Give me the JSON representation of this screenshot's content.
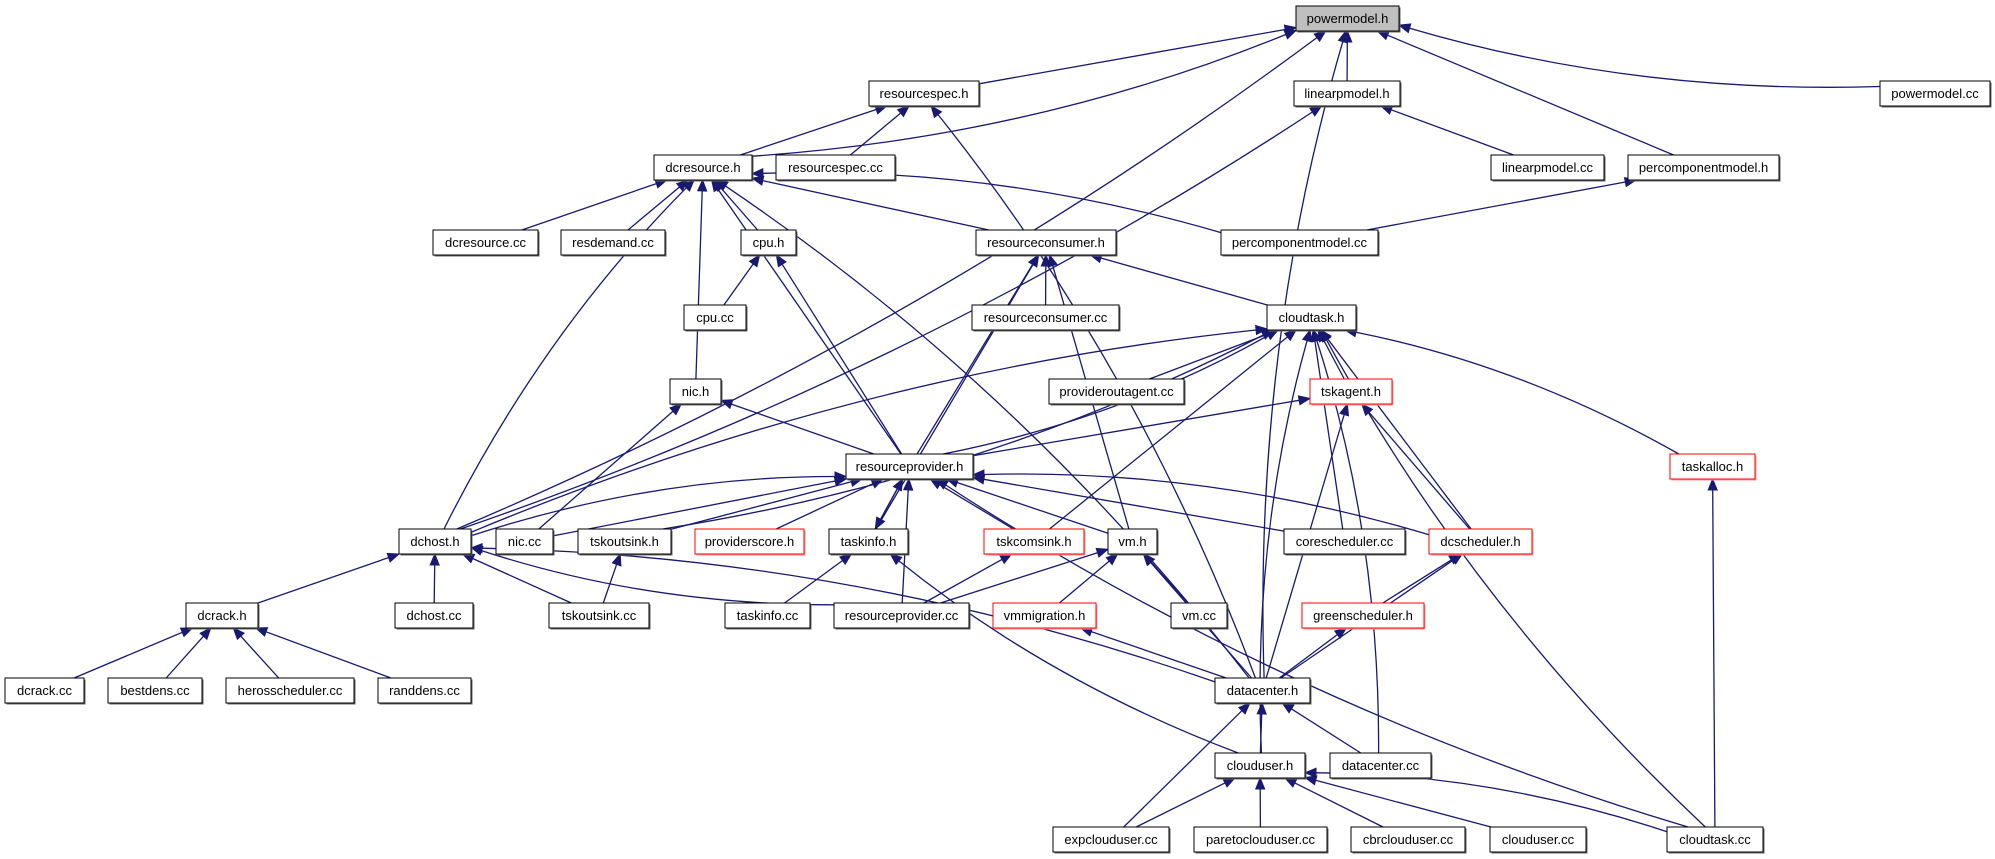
{
  "diagram": {
    "type": "include-dependency-graph",
    "root": "powermodel.h",
    "colors": {
      "edge": "#191970",
      "root_fill": "#bfbfbf",
      "node_border": "#000000",
      "incomplete_border": "#ff0000",
      "node_fill": "#ffffff"
    },
    "nodes": [
      {
        "id": "powermodel.h",
        "label": "powermodel.h",
        "style": "root"
      },
      {
        "id": "resourcespec.h",
        "label": "resourcespec.h",
        "style": "normal"
      },
      {
        "id": "linearpmodel.h",
        "label": "linearpmodel.h",
        "style": "normal"
      },
      {
        "id": "powermodel.cc",
        "label": "powermodel.cc",
        "style": "normal"
      },
      {
        "id": "dcresource.h",
        "label": "dcresource.h",
        "style": "normal"
      },
      {
        "id": "resourcespec.cc",
        "label": "resourcespec.cc",
        "style": "normal"
      },
      {
        "id": "linearpmodel.cc",
        "label": "linearpmodel.cc",
        "style": "normal"
      },
      {
        "id": "percomponentmodel.h",
        "label": "percomponentmodel.h",
        "style": "normal"
      },
      {
        "id": "dcresource.cc",
        "label": "dcresource.cc",
        "style": "normal"
      },
      {
        "id": "resdemand.cc",
        "label": "resdemand.cc",
        "style": "normal"
      },
      {
        "id": "cpu.h",
        "label": "cpu.h",
        "style": "normal"
      },
      {
        "id": "resourceconsumer.h",
        "label": "resourceconsumer.h",
        "style": "normal"
      },
      {
        "id": "percomponentmodel.cc",
        "label": "percomponentmodel.cc",
        "style": "normal"
      },
      {
        "id": "cpu.cc",
        "label": "cpu.cc",
        "style": "normal"
      },
      {
        "id": "resourceconsumer.cc",
        "label": "resourceconsumer.cc",
        "style": "normal"
      },
      {
        "id": "cloudtask.h",
        "label": "cloudtask.h",
        "style": "normal"
      },
      {
        "id": "nic.h",
        "label": "nic.h",
        "style": "normal"
      },
      {
        "id": "provideroutagent.cc",
        "label": "provideroutagent.cc",
        "style": "normal"
      },
      {
        "id": "tskagent.h",
        "label": "tskagent.h",
        "style": "incomplete"
      },
      {
        "id": "resourceprovider.h",
        "label": "resourceprovider.h",
        "style": "normal"
      },
      {
        "id": "taskalloc.h",
        "label": "taskalloc.h",
        "style": "incomplete"
      },
      {
        "id": "dchost.h",
        "label": "dchost.h",
        "style": "normal"
      },
      {
        "id": "nic.cc",
        "label": "nic.cc",
        "style": "normal"
      },
      {
        "id": "tskoutsink.h",
        "label": "tskoutsink.h",
        "style": "normal"
      },
      {
        "id": "providerscore.h",
        "label": "providerscore.h",
        "style": "incomplete"
      },
      {
        "id": "taskinfo.h",
        "label": "taskinfo.h",
        "style": "normal"
      },
      {
        "id": "tskcomsink.h",
        "label": "tskcomsink.h",
        "style": "incomplete"
      },
      {
        "id": "vm.h",
        "label": "vm.h",
        "style": "normal"
      },
      {
        "id": "corescheduler.cc",
        "label": "corescheduler.cc",
        "style": "normal"
      },
      {
        "id": "dcscheduler.h",
        "label": "dcscheduler.h",
        "style": "incomplete"
      },
      {
        "id": "dcrack.h",
        "label": "dcrack.h",
        "style": "normal"
      },
      {
        "id": "dchost.cc",
        "label": "dchost.cc",
        "style": "normal"
      },
      {
        "id": "tskoutsink.cc",
        "label": "tskoutsink.cc",
        "style": "normal"
      },
      {
        "id": "taskinfo.cc",
        "label": "taskinfo.cc",
        "style": "normal"
      },
      {
        "id": "resourceprovider.cc",
        "label": "resourceprovider.cc",
        "style": "normal"
      },
      {
        "id": "vmmigration.h",
        "label": "vmmigration.h",
        "style": "incomplete"
      },
      {
        "id": "vm.cc",
        "label": "vm.cc",
        "style": "normal"
      },
      {
        "id": "greenscheduler.h",
        "label": "greenscheduler.h",
        "style": "incomplete"
      },
      {
        "id": "dcrack.cc",
        "label": "dcrack.cc",
        "style": "normal"
      },
      {
        "id": "bestdens.cc",
        "label": "bestdens.cc",
        "style": "normal"
      },
      {
        "id": "herosscheduler.cc",
        "label": "herosscheduler.cc",
        "style": "normal"
      },
      {
        "id": "randdens.cc",
        "label": "randdens.cc",
        "style": "normal"
      },
      {
        "id": "datacenter.h",
        "label": "datacenter.h",
        "style": "normal"
      },
      {
        "id": "clouduser.h",
        "label": "clouduser.h",
        "style": "normal"
      },
      {
        "id": "datacenter.cc",
        "label": "datacenter.cc",
        "style": "normal"
      },
      {
        "id": "expclouduser.cc",
        "label": "expclouduser.cc",
        "style": "normal"
      },
      {
        "id": "paretoclouduser.cc",
        "label": "paretoclouduser.cc",
        "style": "normal"
      },
      {
        "id": "cbrclouduser.cc",
        "label": "cbrclouduser.cc",
        "style": "normal"
      },
      {
        "id": "clouduser.cc",
        "label": "clouduser.cc",
        "style": "normal"
      },
      {
        "id": "cloudtask.cc",
        "label": "cloudtask.cc",
        "style": "normal"
      }
    ],
    "edges": [
      [
        "resourcespec.h",
        "powermodel.h"
      ],
      [
        "linearpmodel.h",
        "powermodel.h"
      ],
      [
        "powermodel.cc",
        "powermodel.h"
      ],
      [
        "dcresource.h",
        "powermodel.h"
      ],
      [
        "percomponentmodel.h",
        "powermodel.h"
      ],
      [
        "dchost.h",
        "powermodel.h"
      ],
      [
        "datacenter.h",
        "powermodel.h"
      ],
      [
        "dcresource.h",
        "resourcespec.h"
      ],
      [
        "resourcespec.cc",
        "resourcespec.h"
      ],
      [
        "datacenter.h",
        "resourcespec.h"
      ],
      [
        "linearpmodel.cc",
        "linearpmodel.h"
      ],
      [
        "dchost.h",
        "linearpmodel.h"
      ],
      [
        "percomponentmodel.cc",
        "percomponentmodel.h"
      ],
      [
        "dcresource.cc",
        "dcresource.h"
      ],
      [
        "resdemand.cc",
        "dcresource.h"
      ],
      [
        "cpu.h",
        "dcresource.h"
      ],
      [
        "resourceconsumer.h",
        "dcresource.h"
      ],
      [
        "percomponentmodel.cc",
        "dcresource.h"
      ],
      [
        "nic.h",
        "dcresource.h"
      ],
      [
        "resourceprovider.h",
        "dcresource.h"
      ],
      [
        "dchost.h",
        "dcresource.h"
      ],
      [
        "datacenter.h",
        "dcresource.h"
      ],
      [
        "cpu.cc",
        "cpu.h"
      ],
      [
        "resourceprovider.h",
        "cpu.h"
      ],
      [
        "resourceconsumer.cc",
        "resourceconsumer.h"
      ],
      [
        "cloudtask.h",
        "resourceconsumer.h"
      ],
      [
        "resourceprovider.h",
        "resourceconsumer.h"
      ],
      [
        "vm.h",
        "resourceconsumer.h"
      ],
      [
        "taskinfo.h",
        "resourceconsumer.h"
      ],
      [
        "provideroutagent.cc",
        "cloudtask.h"
      ],
      [
        "tskagent.h",
        "cloudtask.h"
      ],
      [
        "resourceprovider.h",
        "cloudtask.h"
      ],
      [
        "dchost.h",
        "cloudtask.h"
      ],
      [
        "tskoutsink.h",
        "cloudtask.h"
      ],
      [
        "tskcomsink.h",
        "cloudtask.h"
      ],
      [
        "corescheduler.cc",
        "cloudtask.h"
      ],
      [
        "dcscheduler.h",
        "cloudtask.h"
      ],
      [
        "taskalloc.h",
        "cloudtask.h"
      ],
      [
        "clouduser.h",
        "cloudtask.h"
      ],
      [
        "datacenter.cc",
        "cloudtask.h"
      ],
      [
        "cloudtask.cc",
        "cloudtask.h"
      ],
      [
        "resourceprovider.h",
        "nic.h"
      ],
      [
        "nic.cc",
        "nic.h"
      ],
      [
        "resourceprovider.h",
        "tskagent.h"
      ],
      [
        "dcscheduler.h",
        "tskagent.h"
      ],
      [
        "datacenter.h",
        "tskagent.h"
      ],
      [
        "dchost.h",
        "resourceprovider.h"
      ],
      [
        "nic.cc",
        "resourceprovider.h"
      ],
      [
        "tskoutsink.h",
        "resourceprovider.h"
      ],
      [
        "providerscore.h",
        "resourceprovider.h"
      ],
      [
        "taskinfo.h",
        "resourceprovider.h"
      ],
      [
        "resourceprovider.cc",
        "resourceprovider.h"
      ],
      [
        "tskcomsink.h",
        "resourceprovider.h"
      ],
      [
        "vm.h",
        "resourceprovider.h"
      ],
      [
        "corescheduler.cc",
        "resourceprovider.h"
      ],
      [
        "dcscheduler.h",
        "resourceprovider.h"
      ],
      [
        "cloudtask.cc",
        "resourceprovider.h"
      ],
      [
        "resourceprovider.h",
        "taskinfo.h"
      ],
      [
        "cloudtask.cc",
        "taskalloc.h"
      ],
      [
        "dcrack.h",
        "dchost.h"
      ],
      [
        "dchost.cc",
        "dchost.h"
      ],
      [
        "tskoutsink.cc",
        "dchost.h"
      ],
      [
        "resourceprovider.cc",
        "dchost.h"
      ],
      [
        "datacenter.h",
        "dchost.h"
      ],
      [
        "tskoutsink.cc",
        "tskoutsink.h"
      ],
      [
        "taskinfo.cc",
        "taskinfo.h"
      ],
      [
        "clouduser.h",
        "taskinfo.h"
      ],
      [
        "resourceprovider.cc",
        "tskcomsink.h"
      ],
      [
        "resourceprovider.cc",
        "vm.h"
      ],
      [
        "vmmigration.h",
        "vm.h"
      ],
      [
        "vm.cc",
        "vm.h"
      ],
      [
        "datacenter.h",
        "vm.h"
      ],
      [
        "greenscheduler.h",
        "dcscheduler.h"
      ],
      [
        "datacenter.h",
        "dcscheduler.h"
      ],
      [
        "dcrack.cc",
        "dcrack.h"
      ],
      [
        "bestdens.cc",
        "dcrack.h"
      ],
      [
        "herosscheduler.cc",
        "dcrack.h"
      ],
      [
        "randdens.cc",
        "dcrack.h"
      ],
      [
        "datacenter.h",
        "vmmigration.h"
      ],
      [
        "datacenter.h",
        "greenscheduler.h"
      ],
      [
        "clouduser.h",
        "datacenter.h"
      ],
      [
        "datacenter.cc",
        "datacenter.h"
      ],
      [
        "expclouduser.cc",
        "datacenter.h"
      ],
      [
        "expclouduser.cc",
        "clouduser.h"
      ],
      [
        "paretoclouduser.cc",
        "clouduser.h"
      ],
      [
        "cbrclouduser.cc",
        "clouduser.h"
      ],
      [
        "clouduser.cc",
        "clouduser.h"
      ],
      [
        "cloudtask.cc",
        "clouduser.h"
      ]
    ]
  }
}
